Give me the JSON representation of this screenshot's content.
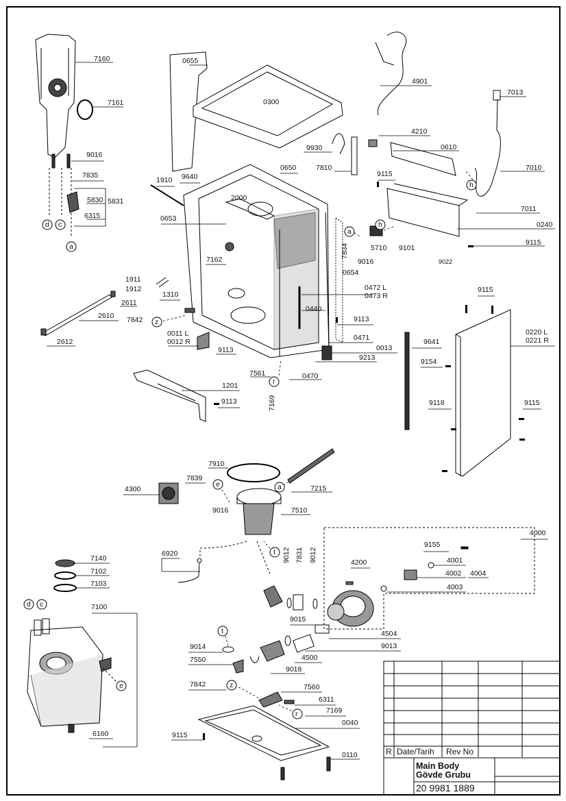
{
  "parts": {
    "p7160": "7160",
    "p7161": "7161",
    "p9016a": "9016",
    "p7835": "7835",
    "p5830": "5830",
    "p5831": "5831",
    "p6315": "6315",
    "p0655": "0655",
    "p0300": "0300",
    "p4901": "4901",
    "p7013": "7013",
    "p4210": "4210",
    "p9930": "9930",
    "p0610": "0610",
    "p7810": "7810",
    "p7010": "7010",
    "p9115a": "9115",
    "p7011": "7011",
    "p0240": "0240",
    "p9115b": "9115",
    "p1910": "1910",
    "p9640": "9640",
    "p0650": "0650",
    "p2000": "2000",
    "p0653": "0653",
    "p7162": "7162",
    "p7834": "7834",
    "p0654": "0654",
    "p9016b": "9016",
    "p5710": "5710",
    "p9101": "9101",
    "p9022": "9022",
    "p1911": "1911",
    "p1912": "1912",
    "p1310": "1310",
    "p2611": "2611",
    "p2610": "2610",
    "p7842a": "7842",
    "p2612": "2612",
    "p0011": "0011 L",
    "p0012": "0012 R",
    "p9113a": "9113",
    "p0472": "0472 L",
    "p0473": "0473 R",
    "p0440": "0440",
    "p9113b": "9113",
    "p0471": "0471",
    "p0013": "0013",
    "p9213": "9213",
    "p7561": "7561",
    "p0470": "0470",
    "p7169a": "7169",
    "p1201": "1201",
    "p9113c": "9113",
    "p9115c": "9115",
    "p0220": "0220 L",
    "p0221": "0221 R",
    "p9641": "9641",
    "p9154": "9154",
    "p9118": "9118",
    "p9115d": "9115",
    "p7910": "7910",
    "p7839": "7839",
    "p4300": "4300",
    "p9016c": "9016",
    "p7215": "7215",
    "p7510": "7510",
    "p4000": "4000",
    "p9155": "9155",
    "p4001": "4001",
    "p4002": "4002",
    "p4004": "4004",
    "p4003": "4003",
    "p6920": "6920",
    "p9012a": "9012",
    "p7831": "7831",
    "p9012b": "9012",
    "p4200": "4200",
    "p7140": "7140",
    "p7102": "7102",
    "p7103": "7103",
    "p7100": "7100",
    "p9015": "9015",
    "p4504": "4504",
    "p9014": "9014",
    "p9013": "9013",
    "p7550": "7550",
    "p4500": "4500",
    "p9018": "9018",
    "p7842b": "7842",
    "p7560": "7560",
    "p6311": "6311",
    "p7169b": "7169",
    "p0040": "0040",
    "p9115e": "9115",
    "p6160": "6160",
    "p0110": "0110"
  },
  "markers": {
    "d": "d",
    "c": "c",
    "a": "a",
    "h": "h",
    "z": "z",
    "r": "r",
    "e": "e",
    "t": "t"
  },
  "title_block": {
    "r_label": "R",
    "date_label": "Date/Tarih",
    "rev_label": "Rev No",
    "title_en": "Main Body",
    "title_tr": "Gövde Grubu",
    "doc_number": "20 9981 1889"
  }
}
